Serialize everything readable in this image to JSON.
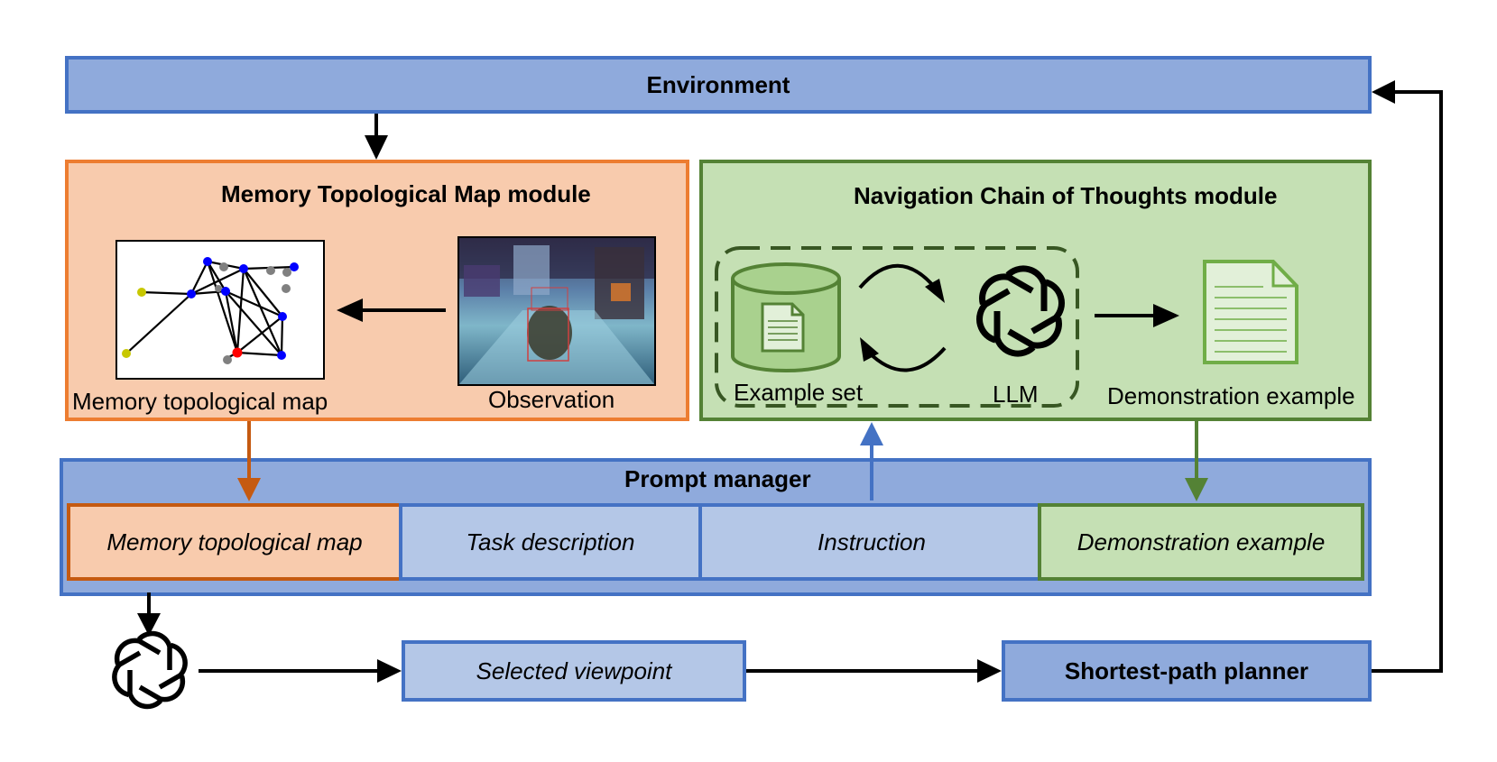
{
  "environment": {
    "label": "Environment"
  },
  "memory_module": {
    "title": "Memory Topological Map module",
    "map_caption": "Memory topological map",
    "observation_caption": "Observation"
  },
  "nav_module": {
    "title": "Navigation Chain of Thoughts module",
    "example_set": "Example set",
    "llm": "LLM",
    "demonstration": "Demonstration example"
  },
  "prompt_manager": {
    "title": "Prompt manager",
    "cells": [
      "Memory topological map",
      "Task description",
      "Instruction",
      "Demonstration example"
    ]
  },
  "bottom": {
    "selected_viewpoint": "Selected viewpoint",
    "planner": "Shortest-path planner"
  },
  "colors": {
    "blue_fill": "#8faadc",
    "blue_light_fill": "#b4c7e7",
    "blue_border": "#4472c4",
    "orange_fill": "#f8cbad",
    "orange_border": "#ed7d31",
    "green_fill": "#c5e0b4",
    "green_border": "#548235"
  }
}
